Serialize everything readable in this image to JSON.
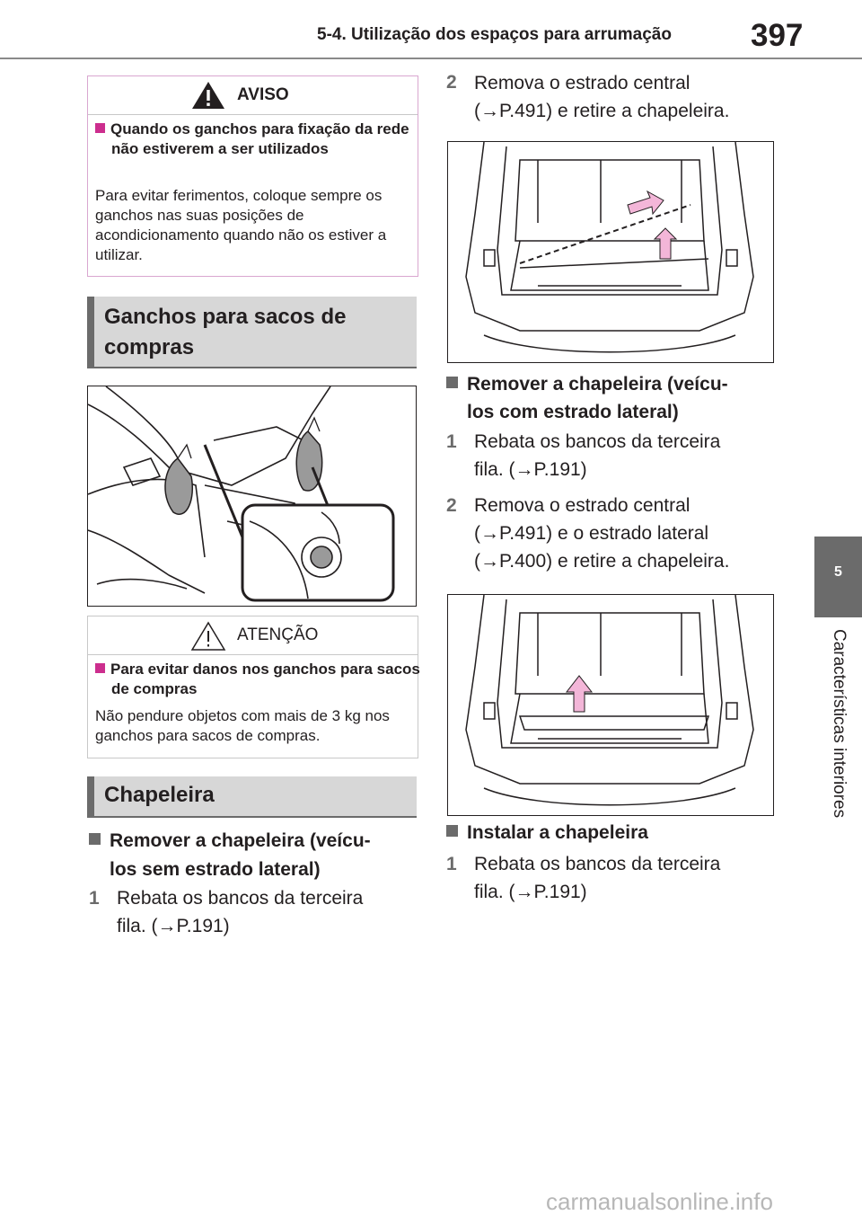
{
  "header": {
    "title": "5-4. Utilização dos espaços para arrumação",
    "page_number": "397"
  },
  "side_tab": {
    "number": "5",
    "label": "Características interiores"
  },
  "aviso": {
    "title": "AVISO",
    "subheading": "Quando os ganchos para fixação da rede não estiverem a ser utilizados",
    "body": "Para evitar ferimentos, coloque sempre os ganchos nas suas posições de acondicionamento quando não os estiver a utilizar."
  },
  "section_ganchos": {
    "title": "Ganchos para sacos de compras"
  },
  "atencao": {
    "title": "ATENÇÃO",
    "subheading": "Para evitar danos nos ganchos para sacos de compras",
    "body": "Não pendure objetos com mais de 3 kg nos ganchos para sacos de compras."
  },
  "section_chapeleira": {
    "title": "Chapeleira"
  },
  "remove_without": {
    "heading_line1": "Remover a chapeleira (veícu-",
    "heading_line2": "los sem estrado lateral)",
    "step1_num": "1",
    "step1_line1": "Rebata os bancos da terceira",
    "step1_line2": "fila. (→P.191)",
    "step2_num": "2",
    "step2_line1": "Remova o estrado central",
    "step2_line2": "(→P.491) e retire a chapeleira."
  },
  "remove_with": {
    "heading_line1": "Remover a chapeleira (veícu-",
    "heading_line2": "los com estrado lateral)",
    "step1_num": "1",
    "step1_line1": "Rebata os bancos da terceira",
    "step1_line2": "fila. (→P.191)",
    "step2_num": "2",
    "step2_line1": "Remova o estrado central",
    "step2_line2": "(→P.491) e o estrado lateral",
    "step2_line3": "(→P.400) e retire a chapeleira."
  },
  "install": {
    "heading": "Instalar a chapeleira",
    "step1_num": "1",
    "step1_line1": "Rebata os bancos da terceira",
    "step1_line2": "fila. (→P.191)"
  },
  "watermark": "carmanualsonline.info",
  "colors": {
    "accent": "#cc2e8e",
    "section_gray": "#d7d7d7",
    "dark_gray": "#6b6b6b"
  }
}
